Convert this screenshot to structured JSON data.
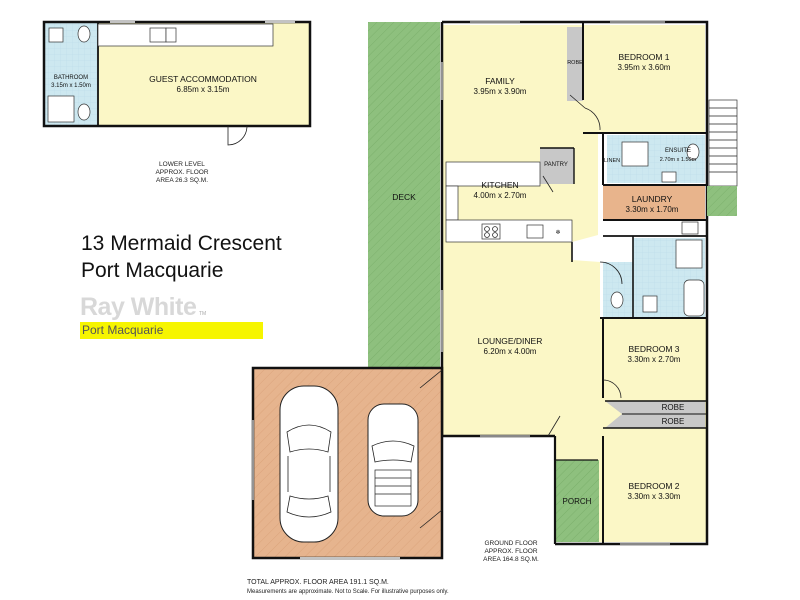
{
  "listing": {
    "address_line1": "13 Mermaid Crescent",
    "address_line2": "Port Macquarie",
    "agency": "Ray White",
    "agency_mark": "TM",
    "office": "Port Macquarie"
  },
  "colors": {
    "room_fill": "#fbf7c6",
    "wet_area": "#cde8f0",
    "laundry": "#e8b48c",
    "garage": "#e6b48e",
    "deck_grass": "#8ec07e",
    "robe": "#c8c8c8",
    "brand_highlight": "#f6f500"
  },
  "rooms": {
    "guest": {
      "name": "GUEST ACCOMMODATION",
      "size": "6.85m x 3.15m"
    },
    "guest_bath": {
      "name": "BATHROOM",
      "size": "3.15m x 1.50m"
    },
    "family": {
      "name": "FAMILY",
      "size": "3.95m x 3.90m"
    },
    "bed1": {
      "name": "BEDROOM 1",
      "size": "3.95m x 3.60m"
    },
    "robe1": {
      "name": "ROBE"
    },
    "pantry": {
      "name": "PANTRY"
    },
    "linen": {
      "name": "LINEN"
    },
    "ensuite": {
      "name": "ENSUITE",
      "size": "2.70m x 1.50m"
    },
    "kitchen": {
      "name": "KITCHEN",
      "size": "4.00m x 2.70m"
    },
    "laundry": {
      "name": "LAUNDRY",
      "size": "3.30m x 1.70m"
    },
    "deck": {
      "name": "DECK"
    },
    "lounge": {
      "name": "LOUNGE/DINER",
      "size": "6.20m x 4.00m"
    },
    "bed3": {
      "name": "BEDROOM 3",
      "size": "3.30m x 2.70m"
    },
    "robe_a": {
      "name": "ROBE"
    },
    "robe_b": {
      "name": "ROBE"
    },
    "bed2": {
      "name": "BEDROOM 2",
      "size": "3.30m x 3.30m"
    },
    "porch": {
      "name": "PORCH"
    }
  },
  "areas": {
    "lower": {
      "line1": "LOWER LEVEL",
      "line2": "APPROX. FLOOR",
      "line3": "AREA 26.3 SQ.M."
    },
    "ground": {
      "line1": "GROUND FLOOR",
      "line2": "APPROX. FLOOR",
      "line3": "AREA 164.8 SQ.M."
    },
    "total": "TOTAL APPROX. FLOOR AREA 191.1 SQ.M.",
    "disclaimer": "Measurements are approximate. Not to Scale. For illustrative purposes only."
  },
  "icons": [
    "car-icon",
    "suv-icon",
    "sink-icon",
    "toilet-icon",
    "shower-icon",
    "bath-icon",
    "cooktop-icon",
    "stairs-icon"
  ]
}
